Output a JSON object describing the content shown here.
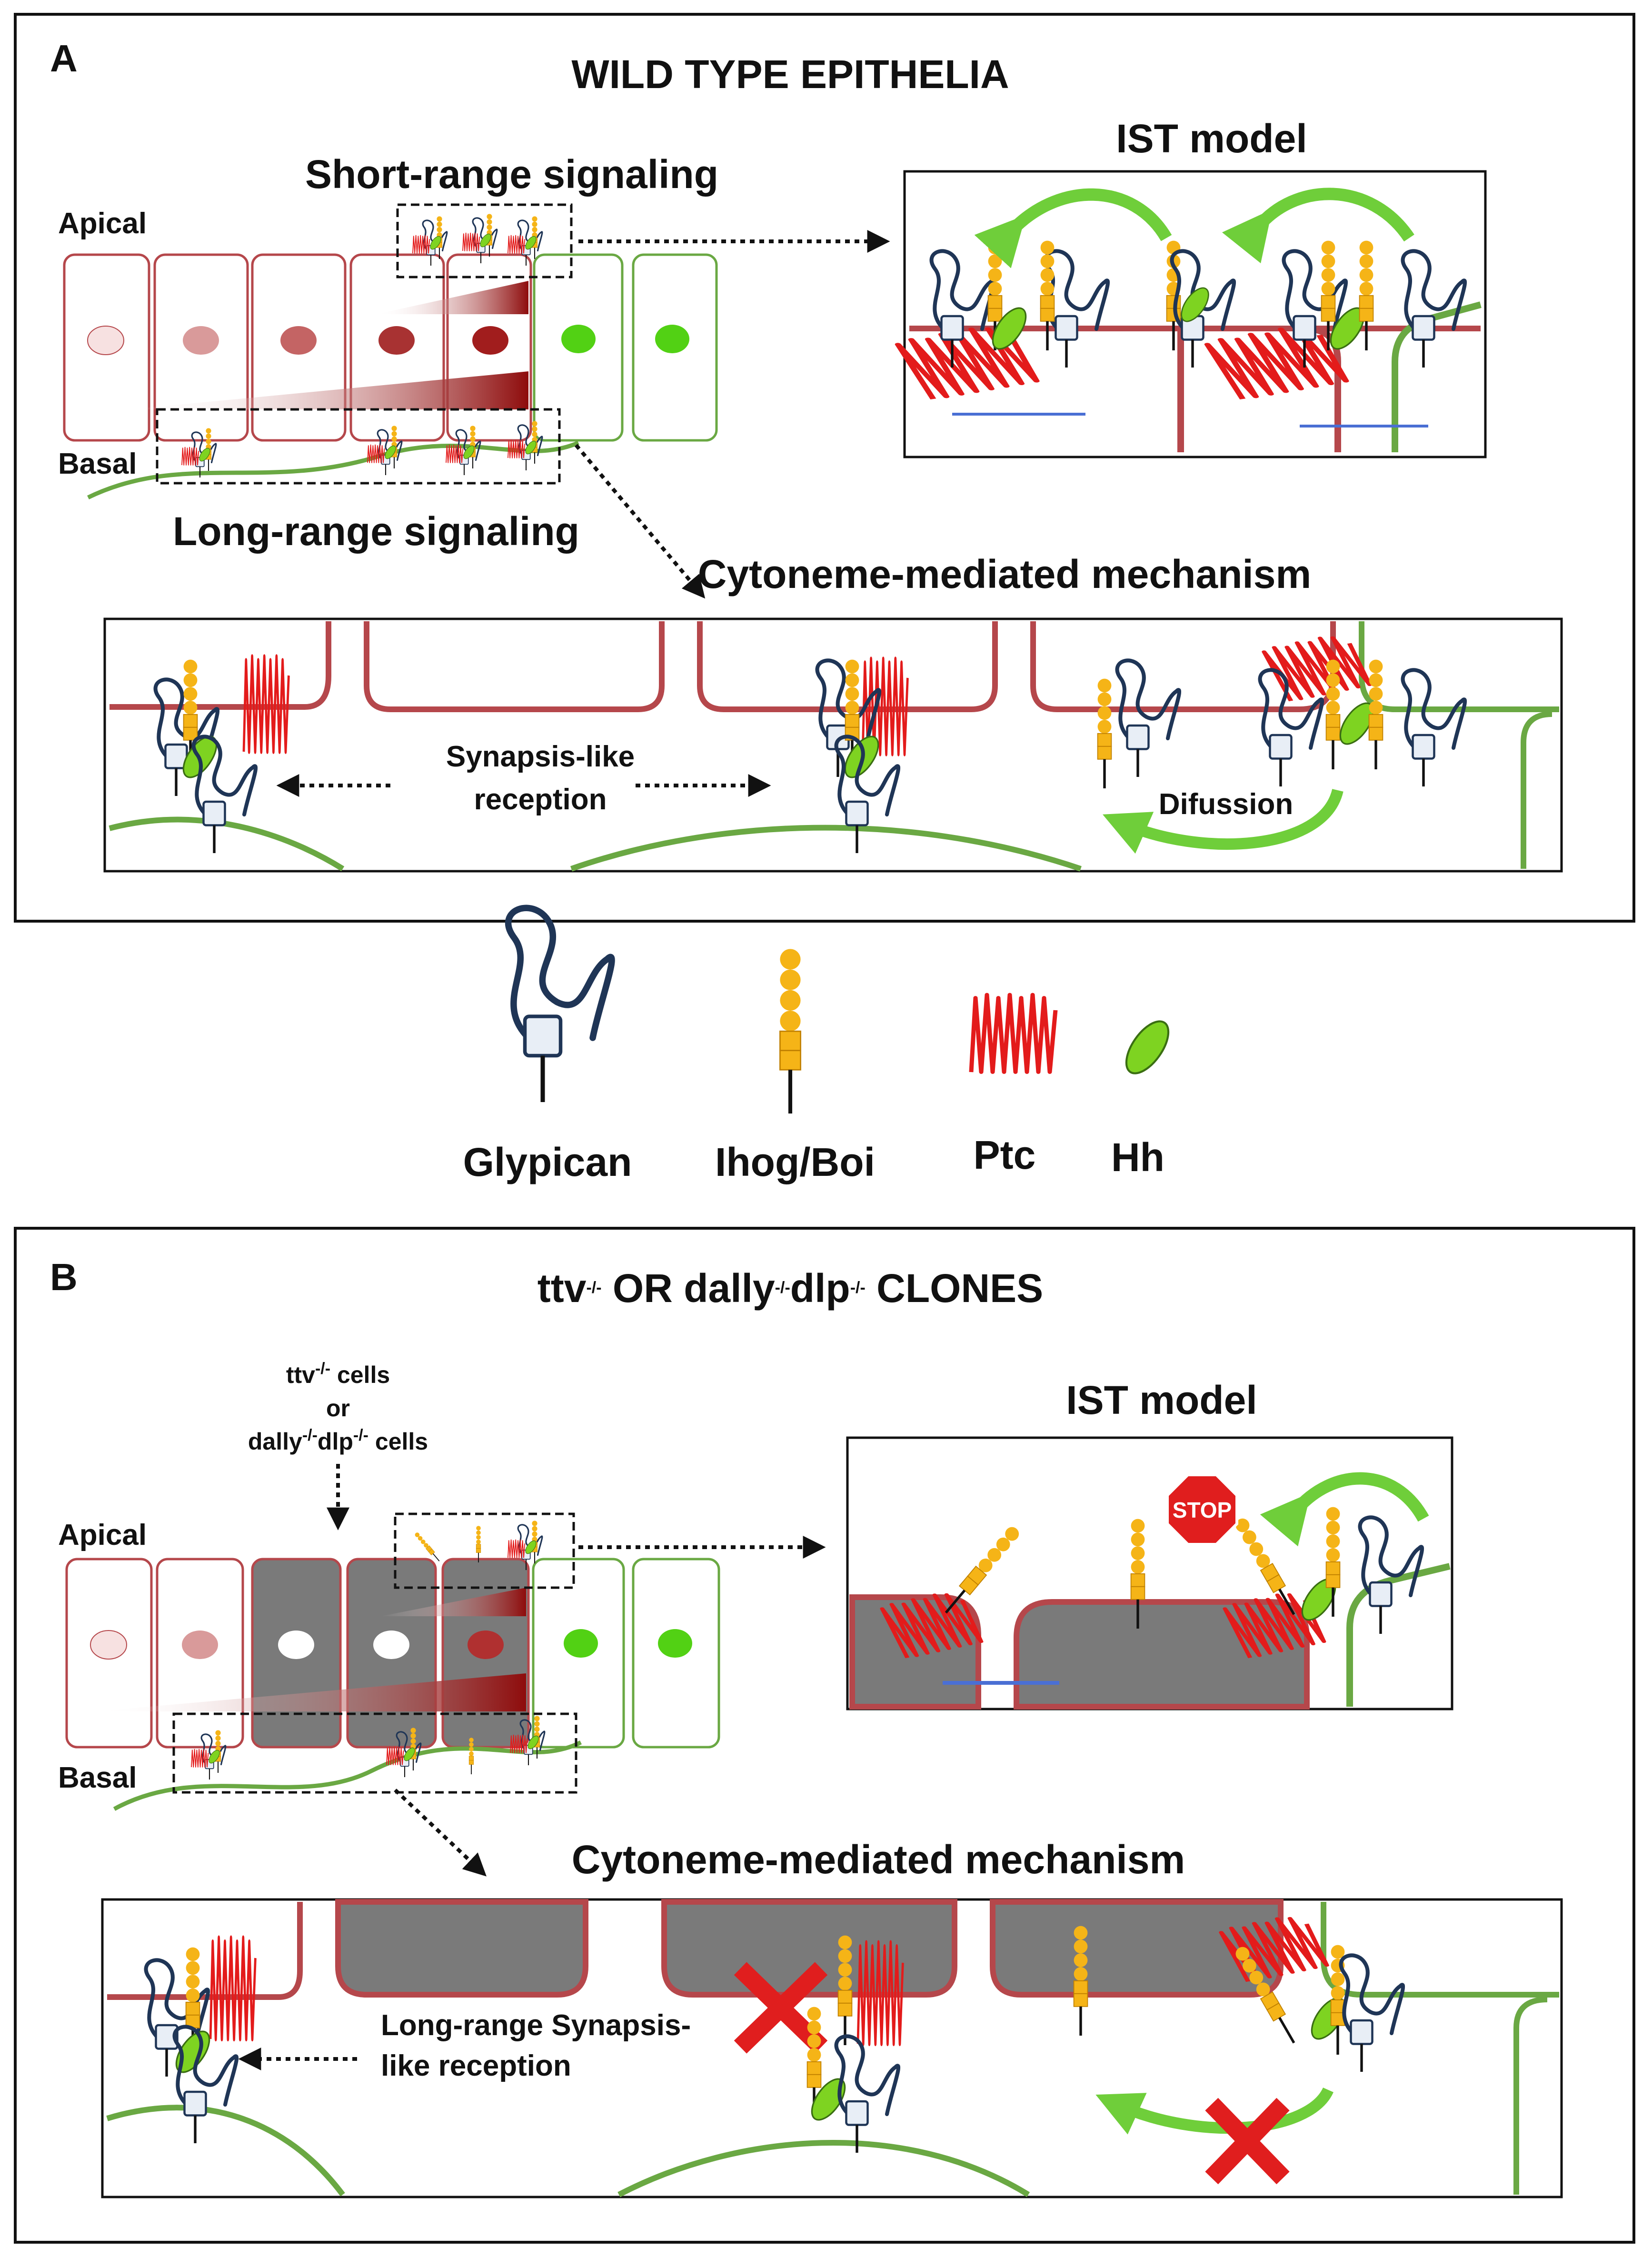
{
  "panelA": {
    "letter": "A",
    "title": "WILD TYPE EPITHELIA",
    "apical": "Apical",
    "basal": "Basal",
    "short_range": "Short-range signaling",
    "long_range": "Long-range signaling",
    "ist_model": "IST model",
    "cytoneme": "Cytoneme-mediated mechanism",
    "synapsis_1": "Synapsis-like",
    "synapsis_2": "reception",
    "diffusion": "Difussion"
  },
  "legend": {
    "glypican": "Glypican",
    "ihog": "Ihog/Boi",
    "ptc": "Ptc",
    "hh": "Hh"
  },
  "panelB": {
    "letter": "B",
    "title_ttv": "ttv",
    "title_sup1": "-/-",
    "title_or": " OR dally",
    "title_sup2": "-/-",
    "title_dlp": "dlp",
    "title_sup3": "-/-",
    "title_clones": " CLONES",
    "cells_ttv": "ttv",
    "cells_sup": "-/-",
    "cells_ttv_rest": " cells",
    "cells_or": "or",
    "cells_dally": "dally",
    "cells_dlp": "dlp",
    "cells_dally_rest": " cells",
    "apical": "Apical",
    "basal": "Basal",
    "ist_model": "IST model",
    "stop": "STOP",
    "cytoneme": "Cytoneme-mediated mechanism",
    "long_synapsis_1": "Long-range Synapsis-",
    "long_synapsis_2": "like reception"
  },
  "colors": {
    "red_cell": "#b5474b",
    "green_cell": "#6aa843",
    "dark_red": "#8e0c0c",
    "gray_cell": "#7a7a7a",
    "glypican": "#1f3556",
    "ihog": "#f5b417",
    "ptc": "#e31b1b",
    "hh": "#7ed321",
    "arrow_green": "#6fce3a",
    "stop_red": "#e01e1e",
    "blue_line": "#4a6fd4"
  }
}
